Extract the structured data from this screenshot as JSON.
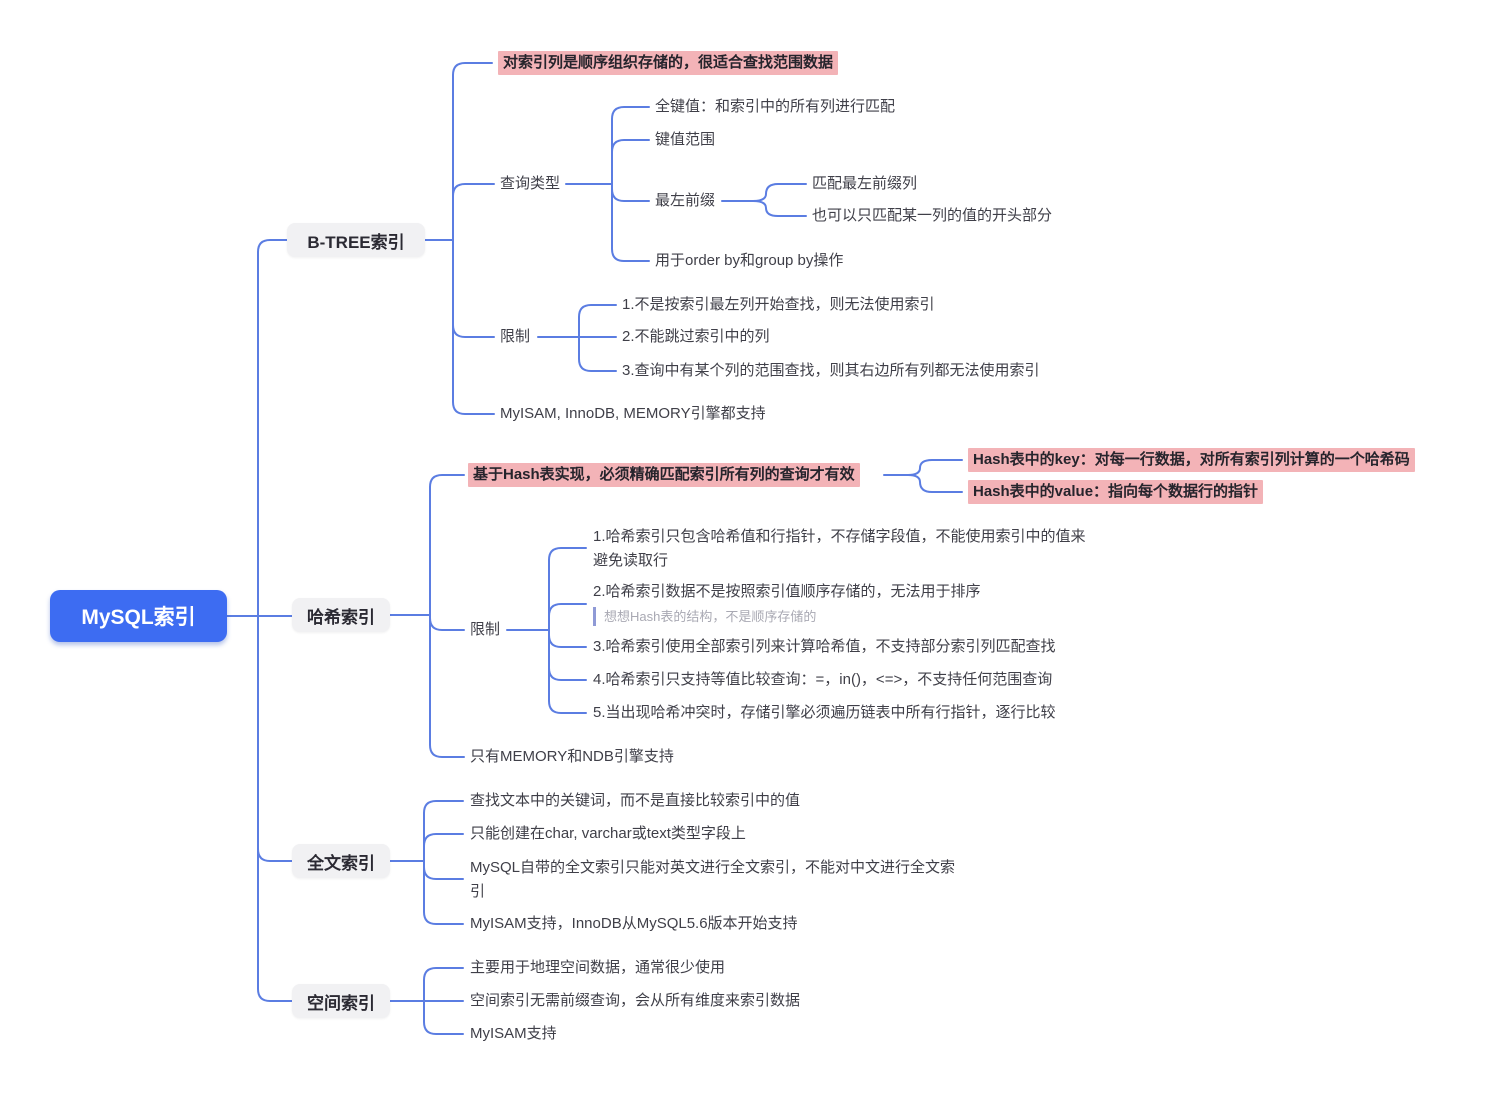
{
  "root": {
    "label": "MySQL索引"
  },
  "btree": {
    "label": "B-TREE索引",
    "highlight": "对索引列是顺序组织存储的，很适合查找范围数据",
    "query_type_label": "查询类型",
    "full_key": "全键值：和索引中的所有列进行匹配",
    "key_range": "键值范围",
    "leftmost_prefix": "最左前缀",
    "leftmost_match_col": "匹配最左前缀列",
    "leftmost_match_head": "也可以只匹配某一列的值的开头部分",
    "order_group": "用于order by和group by操作",
    "limit_label": "限制",
    "limit1": "1.不是按索引最左列开始查找，则无法使用索引",
    "limit2": "2.不能跳过索引中的列",
    "limit3": "3.查询中有某个列的范围查找，则其右边所有列都无法使用索引",
    "engines": "MyISAM, InnoDB, MEMORY引擎都支持"
  },
  "hash": {
    "label": "哈希索引",
    "highlight": "基于Hash表实现，必须精确匹配索引所有列的查询才有效",
    "key_desc": "Hash表中的key：对每一行数据，对所有索引列计算的一个哈希码",
    "value_desc": "Hash表中的value：指向每个数据行的指针",
    "limit_label": "限制",
    "limit1": "1.哈希索引只包含哈希值和行指针，不存储字段值，不能使用索引中的值来避免读取行",
    "limit2": "2.哈希索引数据不是按照索引值顺序存储的，无法用于排序",
    "limit2_note": "想想Hash表的结构，不是顺序存储的",
    "limit3": "3.哈希索引使用全部索引列来计算哈希值，不支持部分索引列匹配查找",
    "limit4": "4.哈希索引只支持等值比较查询：=，in()，<=>，不支持任何范围查询",
    "limit5": "5.当出现哈希冲突时，存储引擎必须遍历链表中所有行指针，逐行比较",
    "engines": "只有MEMORY和NDB引擎支持"
  },
  "fulltext": {
    "label": "全文索引",
    "item1": "查找文本中的关键词，而不是直接比较索引中的值",
    "item2": "只能创建在char, varchar或text类型字段上",
    "item3": "MySQL自带的全文索引只能对英文进行全文索引，不能对中文进行全文索引",
    "item4": "MyISAM支持，InnoDB从MySQL5.6版本开始支持"
  },
  "spatial": {
    "label": "空间索引",
    "item1": "主要用于地理空间数据，通常很少使用",
    "item2": "空间索引无需前缀查询，会从所有维度来索引数据",
    "item3": "MyISAM支持"
  },
  "colors": {
    "root_bg": "#3d6cf2",
    "branch_bg": "#f1f1f3",
    "highlight_bg": "#f3b3b7",
    "connector": "#5b7de2",
    "text": "#3f3f48",
    "note_text": "#a9a9b3",
    "note_bar": "#8f9ad6"
  }
}
